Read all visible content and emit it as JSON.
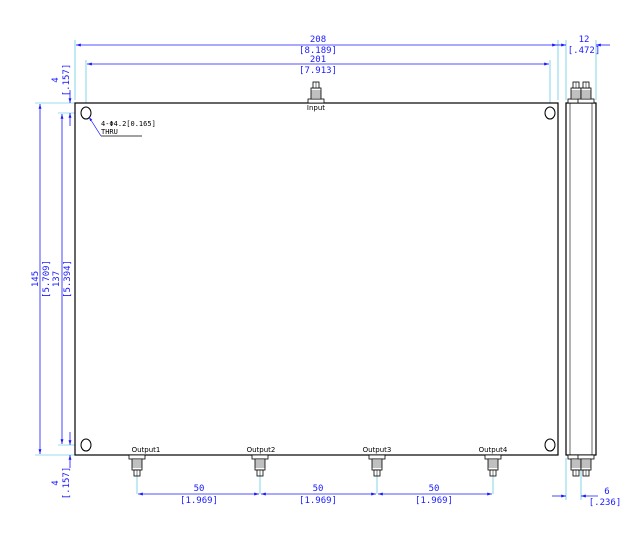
{
  "drawing": {
    "colors": {
      "dimension": "#1a1aff",
      "outline": "#000000",
      "extension": "#33bbdd"
    },
    "input_label": "Input",
    "outputs": [
      "Output1",
      "Output2",
      "Output3",
      "Output4"
    ],
    "hole_note": {
      "line1": "4-Φ4.2[0.165]",
      "line2": "THRU"
    },
    "dims": {
      "overall_width": {
        "mm": "208",
        "in": "[8.189]"
      },
      "hole_spacing_x": {
        "mm": "201",
        "in": "[7.913]"
      },
      "side_thickness": {
        "mm": "12",
        "in": "[.472]"
      },
      "top_hole_offset": {
        "mm": "4",
        "in": "[.157]"
      },
      "overall_height": {
        "mm": "145",
        "in": "[5.709]"
      },
      "hole_spacing_y": {
        "mm": "137",
        "in": "[5.394]"
      },
      "bottom_hole_offset": {
        "mm": "4",
        "in": "[.157]"
      },
      "side_offset": {
        "mm": "6",
        "in": "[.236]"
      },
      "output_pitch": [
        {
          "mm": "50",
          "in": "[1.969]"
        },
        {
          "mm": "50",
          "in": "[1.969]"
        },
        {
          "mm": "50",
          "in": "[1.969]"
        }
      ]
    }
  }
}
